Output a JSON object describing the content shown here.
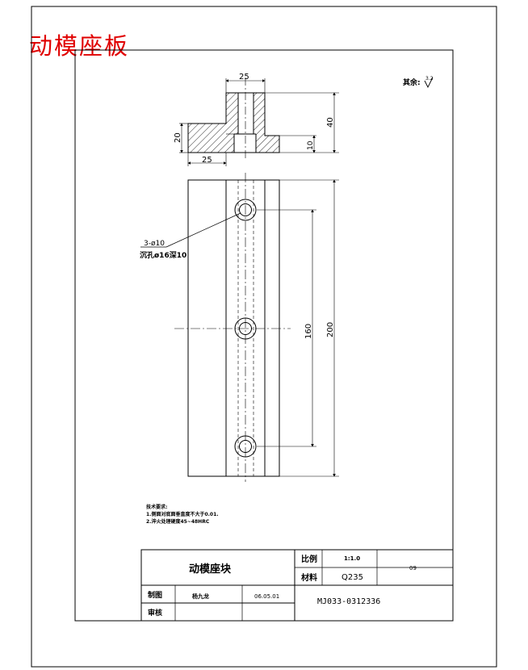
{
  "page_title": "动模座板",
  "finish_note": "其余:",
  "finish_symbol": "3.2",
  "dimensions": {
    "top_width": "25",
    "bottom_width": "25",
    "left_height": "20",
    "total_height": "40",
    "step_height": "10",
    "hole_spacing": "160",
    "total_length": "200"
  },
  "hole_callout": {
    "line1": "3-ø10",
    "line2": "沉孔ø16深10"
  },
  "notes": {
    "title": "技术要求:",
    "items": [
      "1.侧面对底面垂直度不大于0.01.",
      "2.淬火处理硬度45~48HRC"
    ]
  },
  "title_block": {
    "part_name": "动模座块",
    "scale_label": "比例",
    "scale_value": "1:1.0",
    "material_label": "材料",
    "material_value": "Q235",
    "quantity": "09",
    "drawn_label": "制图",
    "drawn_by": "杨九龙",
    "date": "06.05.01",
    "drawing_number": "MJ033-0312336",
    "checked_label": "审核"
  }
}
